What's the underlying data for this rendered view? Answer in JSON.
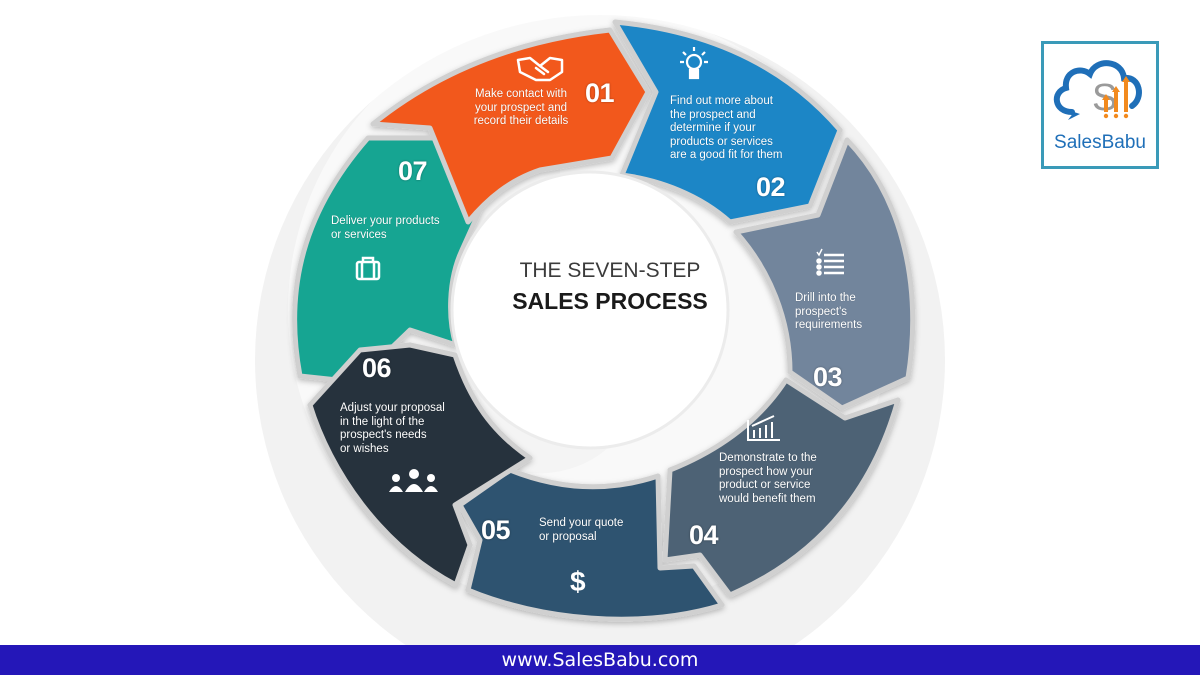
{
  "diagram": {
    "title_line1": "THE SEVEN-STEP",
    "title_line2": "SALES PROCESS",
    "steps": [
      {
        "number": "01",
        "text": "Make contact with your prospect and record their details",
        "icon": "handshake-icon",
        "color": "#f2581e"
      },
      {
        "number": "02",
        "text": "Find out more about the prospect and determine if your products or services are a good fit for them",
        "icon": "lightbulb-icon",
        "color": "#1b86c6"
      },
      {
        "number": "03",
        "text": "Drill into the prospect's requirements",
        "icon": "checklist-icon",
        "color": "#72859c"
      },
      {
        "number": "04",
        "text": "Demonstrate to the prospect how your product or service would benefit them",
        "icon": "bar-chart-icon",
        "color": "#4d6275"
      },
      {
        "number": "05",
        "text": "Send your quote or proposal",
        "icon": "dollar-icon",
        "color": "#2f5370"
      },
      {
        "number": "06",
        "text": "Adjust your proposal in the light of the prospect's needs or wishes",
        "icon": "people-icon",
        "color": "#27313c"
      },
      {
        "number": "07",
        "text": "Deliver your products or services",
        "icon": "suitcase-icon",
        "color": "#14a592"
      }
    ],
    "step_text_lines": {
      "s1": [
        "Make contact with",
        "your prospect and",
        "record their details"
      ],
      "s2": [
        "Find out more about",
        "the prospect and",
        "determine if your",
        "products or services",
        "are a good fit for them"
      ],
      "s3": [
        "Drill into the",
        "prospect's",
        "requirements"
      ],
      "s4": [
        "Demonstrate to the",
        "prospect how your",
        "product or service",
        "would benefit them"
      ],
      "s5": [
        "Send your quote",
        "or proposal"
      ],
      "s6": [
        "Adjust your proposal",
        "in the light of the",
        "prospect's needs",
        "or wishes"
      ],
      "s7": [
        "Deliver your products",
        "or services"
      ]
    },
    "icon_glyphs": {
      "dollar": "$"
    }
  },
  "logo": {
    "brand_name": "SalesBabu",
    "border_color": "#3a9ab8",
    "cloud_color": "#1f6fb8",
    "bar_color": "#f28a1e",
    "s_color": "#9a9a9a"
  },
  "footer": {
    "url": "www.SalesBabu.com",
    "background": "#2417b8"
  }
}
